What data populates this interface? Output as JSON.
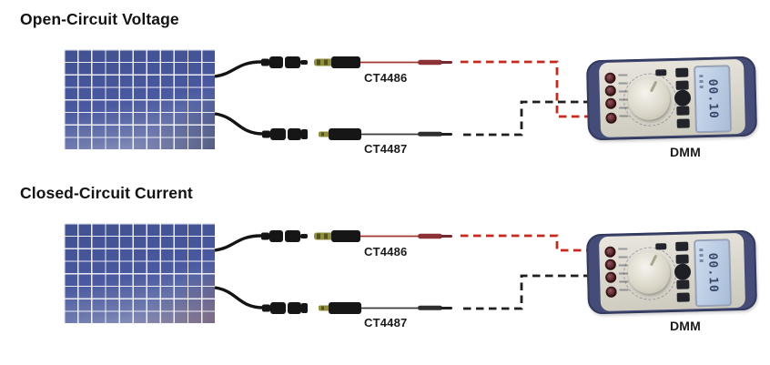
{
  "diagram": {
    "sections": [
      {
        "title": "Open-Circuit Voltage",
        "positive_adapter_label": "CT4486",
        "negative_adapter_label": "CT4487",
        "meter_label": "DMM",
        "meter_display": "00.10",
        "red_lead_connects_to": "bottom jack",
        "black_lead_connects_to": "third jack"
      },
      {
        "title": "Closed-Circuit Current",
        "positive_adapter_label": "CT4486",
        "negative_adapter_label": "CT4487",
        "meter_label": "DMM",
        "meter_display": "00.10",
        "red_lead_connects_to": "top jack",
        "black_lead_connects_to": "third jack"
      }
    ],
    "colors": {
      "red_lead": "#c32b20",
      "black_lead": "#1f1f1f",
      "panel_blue": "#4a59a0",
      "meter_body_navy": "#454c77",
      "meter_face": "#d9d6cc",
      "lcd_blue": "#b5c8e2"
    }
  }
}
